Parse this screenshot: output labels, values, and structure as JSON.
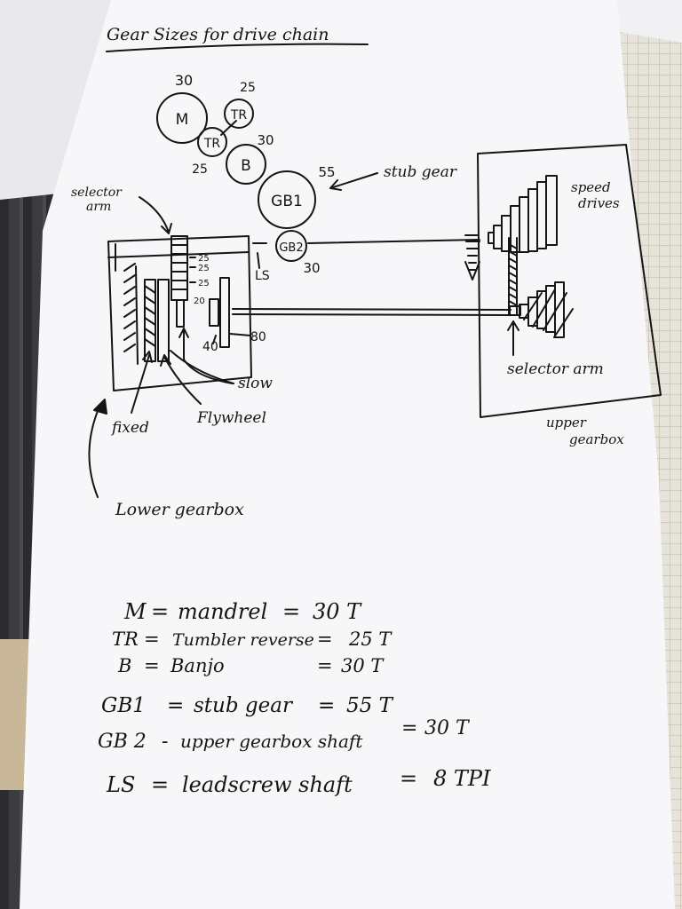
{
  "title": "Gear Sizes for drive chain",
  "gears": {
    "m": {
      "label": "M",
      "teeth": "30"
    },
    "tr_upper": {
      "label": "TR",
      "teeth": "25"
    },
    "tr_lower": {
      "label": "TR",
      "teeth": "25"
    },
    "b": {
      "label": "B",
      "teeth": "30"
    },
    "gb1": {
      "label": "GB1",
      "teeth": "55"
    },
    "gb2": {
      "label": "GB2",
      "teeth": "30"
    }
  },
  "annotations": {
    "stub_gear": "stub gear",
    "selector_arm_top": "selector\narm",
    "speed_drives": "speed\ndrives",
    "selector_arm_right": "selector arm",
    "upper_gearbox": "upper\ngearbox",
    "ls": "LS",
    "slow": "slow",
    "fixed": "fixed",
    "flywheel": "Flywheel",
    "lower_gearbox": "Lower gearbox"
  },
  "lower_gearbox_numbers": [
    "25",
    "25",
    "25",
    "20",
    "40",
    "80"
  ],
  "legend": [
    {
      "abbr": "M",
      "sep": "=",
      "name": "mandrel",
      "eq": "=",
      "value": "30 T"
    },
    {
      "abbr": "TR",
      "sep": "=",
      "name": "Tumbler reverse",
      "eq": "=",
      "value": "25 T"
    },
    {
      "abbr": "B",
      "sep": "=",
      "name": "Banjo",
      "eq": "=",
      "value": "30 T"
    },
    {
      "abbr": "GB1",
      "sep": "=",
      "name": "stub gear",
      "eq": "=",
      "value": "55 T"
    },
    {
      "abbr": "GB 2",
      "sep": "-",
      "name": "upper gearbox shaft",
      "eq": "=",
      "value": "30 T"
    },
    {
      "abbr": "LS",
      "sep": "=",
      "name": "leadscrew shaft",
      "eq": "=",
      "value": "8 TPI"
    }
  ]
}
